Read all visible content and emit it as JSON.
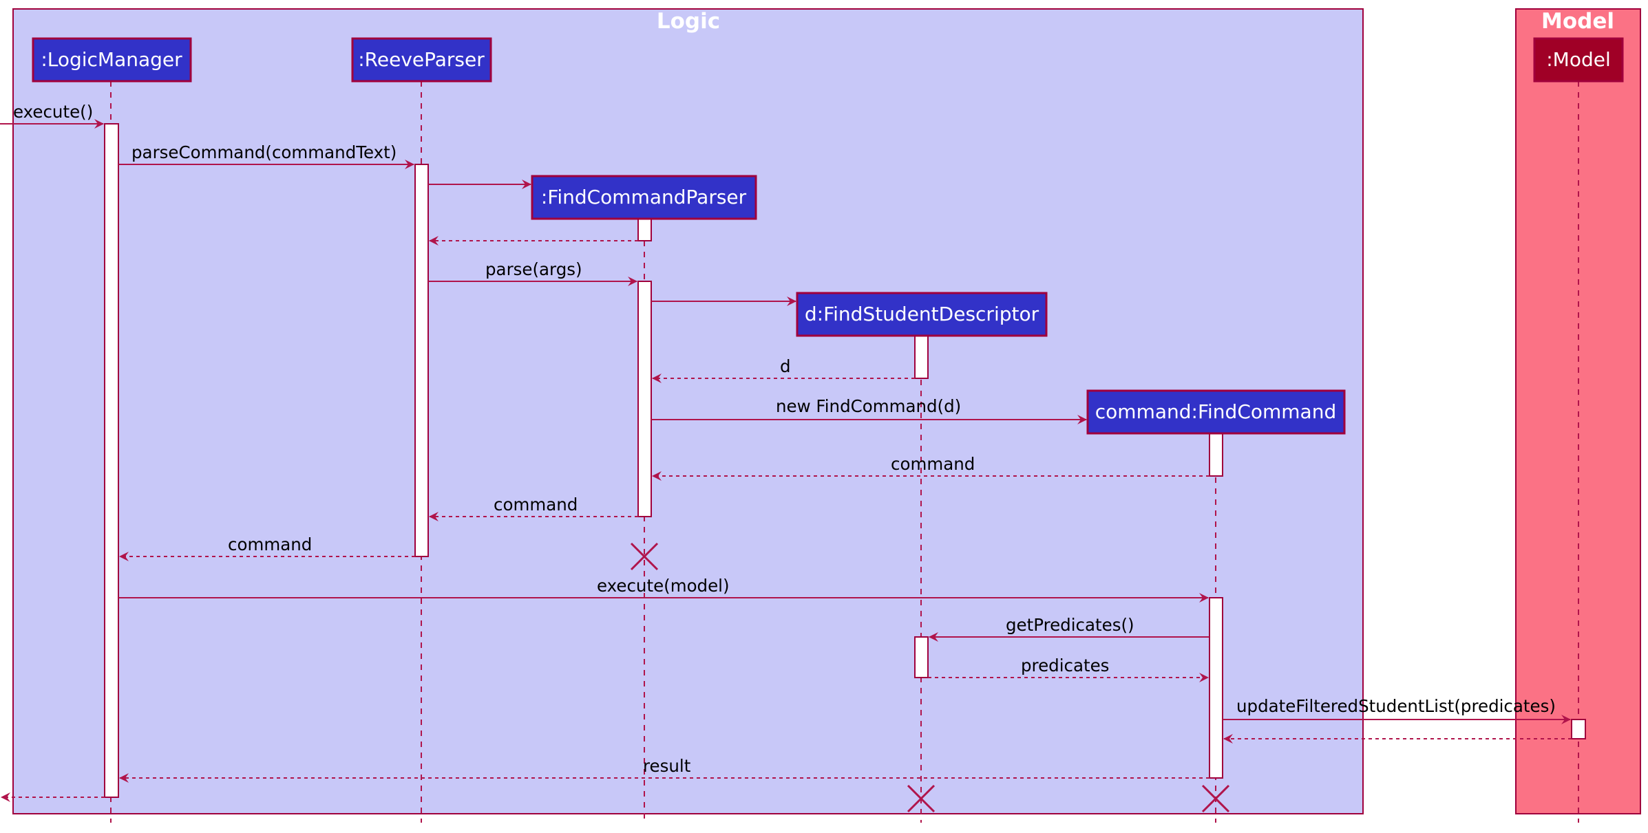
{
  "packages": {
    "logic": {
      "title": "Logic"
    },
    "model": {
      "title": "Model"
    }
  },
  "participants": {
    "logic_manager": ":LogicManager",
    "reeve_parser": ":ReeveParser",
    "find_command_parser": ":FindCommandParser",
    "find_student_descriptor": "d:FindStudentDescriptor",
    "find_command": "command:FindCommand",
    "model": ":Model"
  },
  "messages": {
    "execute": "execute()",
    "parse_command": "parseCommand(commandText)",
    "parse_args": "parse(args)",
    "return_d": "d",
    "new_find_command": "new FindCommand(d)",
    "return_command_1": "command",
    "return_command_2": "command",
    "return_command_3": "command",
    "execute_model": "execute(model)",
    "get_predicates": "getPredicates()",
    "return_predicates": "predicates",
    "update_filtered": "updateFilteredStudentList(predicates)",
    "return_result": "result"
  },
  "colors": {
    "logic_bg": "#C8C8F8",
    "model_bg": "#FB7285",
    "border": "#A0003C",
    "participant_fill": "#3232C8",
    "model_participant_fill": "#A00026",
    "line": "#B0144B"
  }
}
